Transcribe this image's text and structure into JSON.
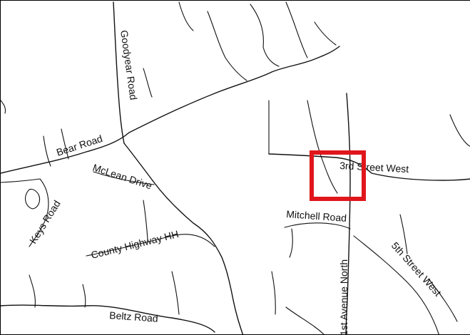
{
  "map": {
    "road_labels": {
      "goodyear_road": "Goodyear Road",
      "bear_road": "Bear Road",
      "mclean_drive": "McLean Drive",
      "keys_road": "Keys Road",
      "county_highway_hh": "County Highway HH",
      "third_street_west": "3rd Street West",
      "mitchell_road": "Mitchell Road",
      "first_avenue_north": "1st Avenue North",
      "fifth_street_west": "5th Street West",
      "beltz_road": "Beltz Road"
    },
    "colors": {
      "road": "#111111",
      "background": "#ffffff",
      "highlight_marker": "#e0161c"
    }
  }
}
